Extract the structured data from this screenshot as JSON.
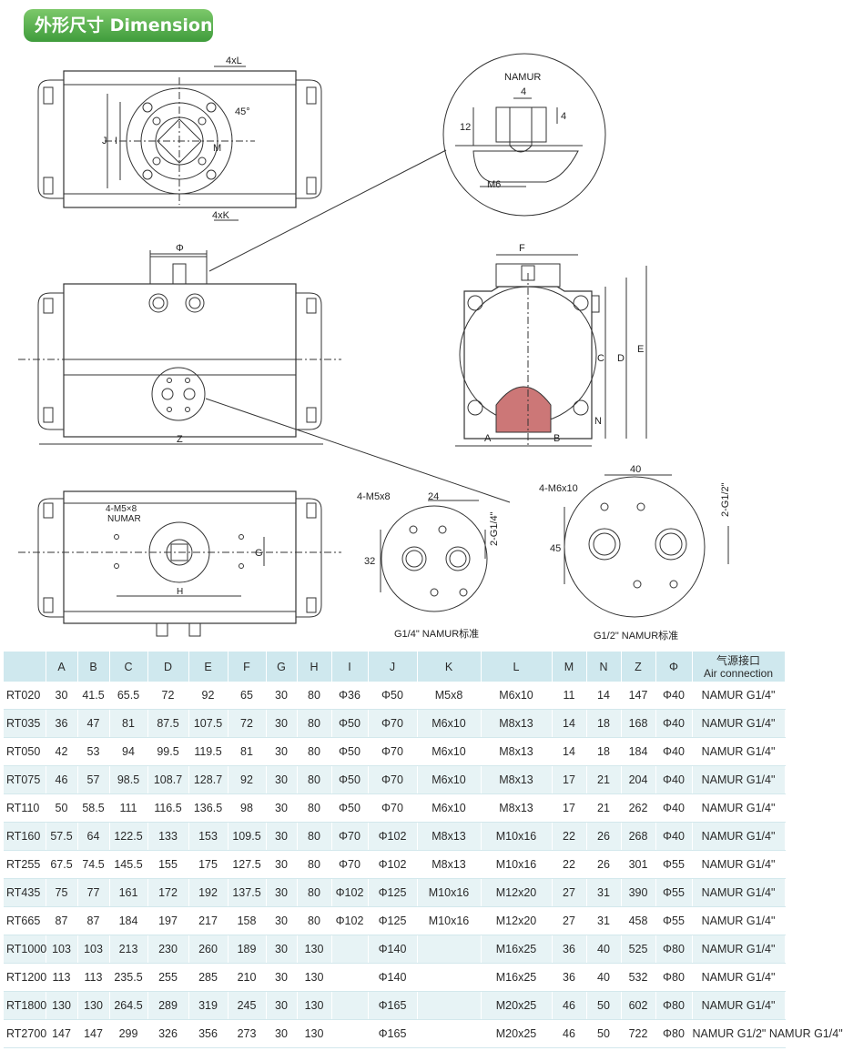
{
  "title": "外形尺寸 Dimension",
  "drawing": {
    "labels": {
      "four_xl": "4xL",
      "four_xk": "4xK",
      "j": "J",
      "i": "I",
      "m": "M",
      "deg45": "45°",
      "phi": "Φ",
      "z": "Z",
      "namur": "NAMUR",
      "dim4a": "4",
      "dim4b": "4",
      "dim12": "12",
      "m6": "M6",
      "f": "F",
      "c": "C",
      "d": "D",
      "e": "E",
      "n": "N",
      "a": "A",
      "b": "B",
      "m5x8": "4-M5×8",
      "numar": "NUMAR",
      "g": "G",
      "h": "H",
      "m5x8_2": "4-M5x8",
      "dim24": "24",
      "dim32": "32",
      "g14": "2-G1/4\"",
      "m6x10": "4-M6x10",
      "dim40": "40",
      "dim45": "45",
      "g12": "2-G1/2\"",
      "caption_14": "G1/4\" NAMUR标准",
      "caption_12": "G1/2\" NAMUR标准"
    }
  },
  "table": {
    "headers": [
      "",
      "A",
      "B",
      "C",
      "D",
      "E",
      "F",
      "G",
      "H",
      "I",
      "J",
      "K",
      "L",
      "M",
      "N",
      "Z",
      "Φ"
    ],
    "air_header": [
      "气源接口",
      "Air connection"
    ],
    "rows": [
      [
        "RT020",
        "30",
        "41.5",
        "65.5",
        "72",
        "92",
        "65",
        "30",
        "80",
        "Φ36",
        "Φ50",
        "M5x8",
        "M6x10",
        "11",
        "14",
        "147",
        "Φ40",
        "NAMUR G1/4\""
      ],
      [
        "RT035",
        "36",
        "47",
        "81",
        "87.5",
        "107.5",
        "72",
        "30",
        "80",
        "Φ50",
        "Φ70",
        "M6x10",
        "M8x13",
        "14",
        "18",
        "168",
        "Φ40",
        "NAMUR G1/4\""
      ],
      [
        "RT050",
        "42",
        "53",
        "94",
        "99.5",
        "119.5",
        "81",
        "30",
        "80",
        "Φ50",
        "Φ70",
        "M6x10",
        "M8x13",
        "14",
        "18",
        "184",
        "Φ40",
        "NAMUR G1/4\""
      ],
      [
        "RT075",
        "46",
        "57",
        "98.5",
        "108.7",
        "128.7",
        "92",
        "30",
        "80",
        "Φ50",
        "Φ70",
        "M6x10",
        "M8x13",
        "17",
        "21",
        "204",
        "Φ40",
        "NAMUR G1/4\""
      ],
      [
        "RT110",
        "50",
        "58.5",
        "111",
        "116.5",
        "136.5",
        "98",
        "30",
        "80",
        "Φ50",
        "Φ70",
        "M6x10",
        "M8x13",
        "17",
        "21",
        "262",
        "Φ40",
        "NAMUR G1/4\""
      ],
      [
        "RT160",
        "57.5",
        "64",
        "122.5",
        "133",
        "153",
        "109.5",
        "30",
        "80",
        "Φ70",
        "Φ102",
        "M8x13",
        "M10x16",
        "22",
        "26",
        "268",
        "Φ40",
        "NAMUR G1/4\""
      ],
      [
        "RT255",
        "67.5",
        "74.5",
        "145.5",
        "155",
        "175",
        "127.5",
        "30",
        "80",
        "Φ70",
        "Φ102",
        "M8x13",
        "M10x16",
        "22",
        "26",
        "301",
        "Φ55",
        "NAMUR G1/4\""
      ],
      [
        "RT435",
        "75",
        "77",
        "161",
        "172",
        "192",
        "137.5",
        "30",
        "80",
        "Φ102",
        "Φ125",
        "M10x16",
        "M12x20",
        "27",
        "31",
        "390",
        "Φ55",
        "NAMUR G1/4\""
      ],
      [
        "RT665",
        "87",
        "87",
        "184",
        "197",
        "217",
        "158",
        "30",
        "80",
        "Φ102",
        "Φ125",
        "M10x16",
        "M12x20",
        "27",
        "31",
        "458",
        "Φ55",
        "NAMUR G1/4\""
      ],
      [
        "RT1000",
        "103",
        "103",
        "213",
        "230",
        "260",
        "189",
        "30",
        "130",
        "",
        "Φ140",
        "",
        "M16x25",
        "36",
        "40",
        "525",
        "Φ80",
        "NAMUR G1/4\""
      ],
      [
        "RT1200",
        "113",
        "113",
        "235.5",
        "255",
        "285",
        "210",
        "30",
        "130",
        "",
        "Φ140",
        "",
        "M16x25",
        "36",
        "40",
        "532",
        "Φ80",
        "NAMUR G1/4\""
      ],
      [
        "RT1800",
        "130",
        "130",
        "264.5",
        "289",
        "319",
        "245",
        "30",
        "130",
        "",
        "Φ165",
        "",
        "M20x25",
        "46",
        "50",
        "602",
        "Φ80",
        "NAMUR G1/4\""
      ],
      [
        "RT2700",
        "147",
        "147",
        "299",
        "326",
        "356",
        "273",
        "30",
        "130",
        "",
        "Φ165",
        "",
        "M20x25",
        "46",
        "50",
        "722",
        "Φ80",
        "NAMUR G1/2\" NAMUR G1/4\""
      ]
    ]
  }
}
